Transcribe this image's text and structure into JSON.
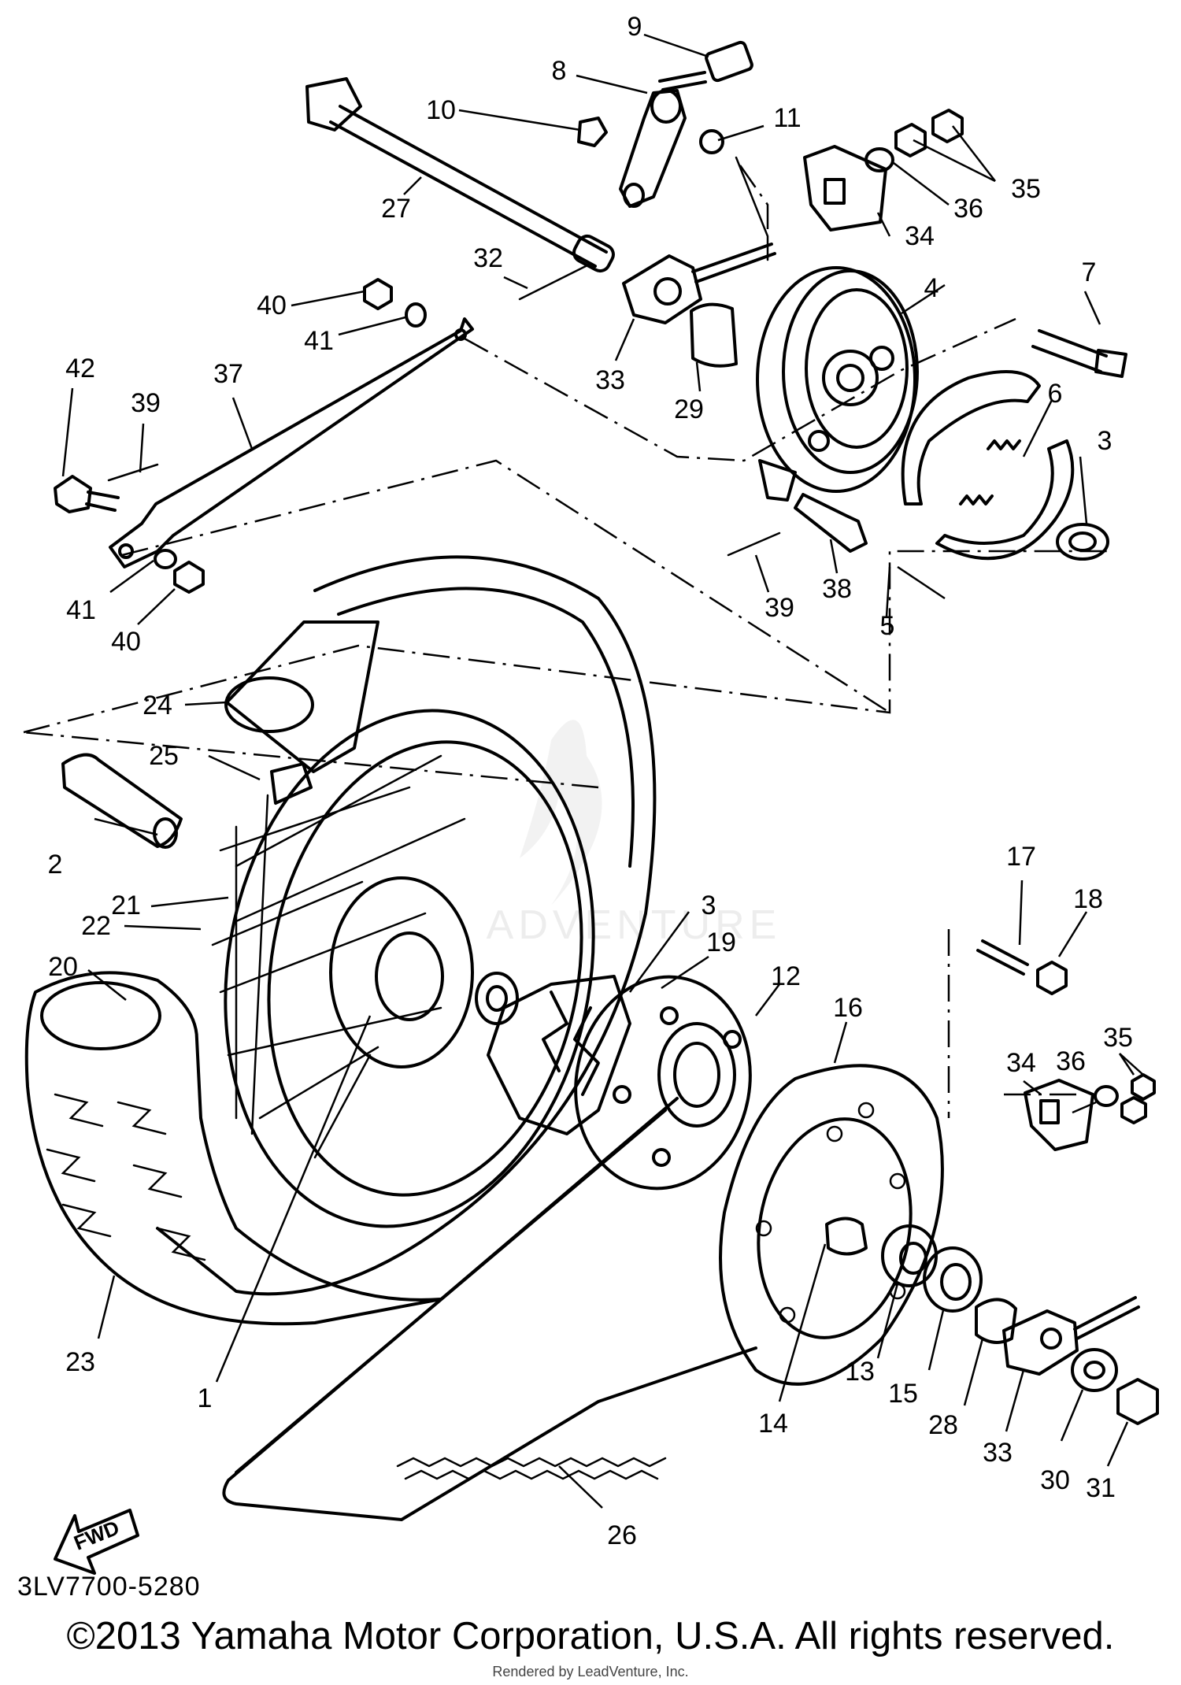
{
  "diagram": {
    "code": "3LV7700-5280",
    "fwd_label": "FWD",
    "watermark": "ADVENTURE",
    "copyright": "©2013 Yamaha Motor Corporation, U.S.A. All rights reserved.",
    "rendered_by": "Rendered by LeadVenture, Inc.",
    "callouts": [
      {
        "id": "c9",
        "label": "9"
      },
      {
        "id": "c8",
        "label": "8"
      },
      {
        "id": "c10",
        "label": "10"
      },
      {
        "id": "c11",
        "label": "11"
      },
      {
        "id": "c35a",
        "label": "35"
      },
      {
        "id": "c36a",
        "label": "36"
      },
      {
        "id": "c34a",
        "label": "34"
      },
      {
        "id": "c27",
        "label": "27"
      },
      {
        "id": "c32",
        "label": "32"
      },
      {
        "id": "c4",
        "label": "4"
      },
      {
        "id": "c7",
        "label": "7"
      },
      {
        "id": "c40a",
        "label": "40"
      },
      {
        "id": "c41a",
        "label": "41"
      },
      {
        "id": "c42",
        "label": "42"
      },
      {
        "id": "c37",
        "label": "37"
      },
      {
        "id": "c39a",
        "label": "39"
      },
      {
        "id": "c33a",
        "label": "33"
      },
      {
        "id": "c29",
        "label": "29"
      },
      {
        "id": "c6",
        "label": "6"
      },
      {
        "id": "c3a",
        "label": "3"
      },
      {
        "id": "c41b",
        "label": "41"
      },
      {
        "id": "c40b",
        "label": "40"
      },
      {
        "id": "c38",
        "label": "38"
      },
      {
        "id": "c39b",
        "label": "39"
      },
      {
        "id": "c5",
        "label": "5"
      },
      {
        "id": "c24",
        "label": "24"
      },
      {
        "id": "c25",
        "label": "25"
      },
      {
        "id": "c2",
        "label": "2"
      },
      {
        "id": "c21",
        "label": "21"
      },
      {
        "id": "c3b",
        "label": "3"
      },
      {
        "id": "c17",
        "label": "17"
      },
      {
        "id": "c18",
        "label": "18"
      },
      {
        "id": "c22",
        "label": "22"
      },
      {
        "id": "c19",
        "label": "19"
      },
      {
        "id": "c20",
        "label": "20"
      },
      {
        "id": "c12",
        "label": "12"
      },
      {
        "id": "c16",
        "label": "16"
      },
      {
        "id": "c35b",
        "label": "35"
      },
      {
        "id": "c34b",
        "label": "34"
      },
      {
        "id": "c36b",
        "label": "36"
      },
      {
        "id": "c23",
        "label": "23"
      },
      {
        "id": "c13",
        "label": "13"
      },
      {
        "id": "c15",
        "label": "15"
      },
      {
        "id": "c1",
        "label": "1"
      },
      {
        "id": "c28",
        "label": "28"
      },
      {
        "id": "c14",
        "label": "14"
      },
      {
        "id": "c33b",
        "label": "33"
      },
      {
        "id": "c30",
        "label": "30"
      },
      {
        "id": "c31",
        "label": "31"
      },
      {
        "id": "c26",
        "label": "26"
      }
    ]
  }
}
